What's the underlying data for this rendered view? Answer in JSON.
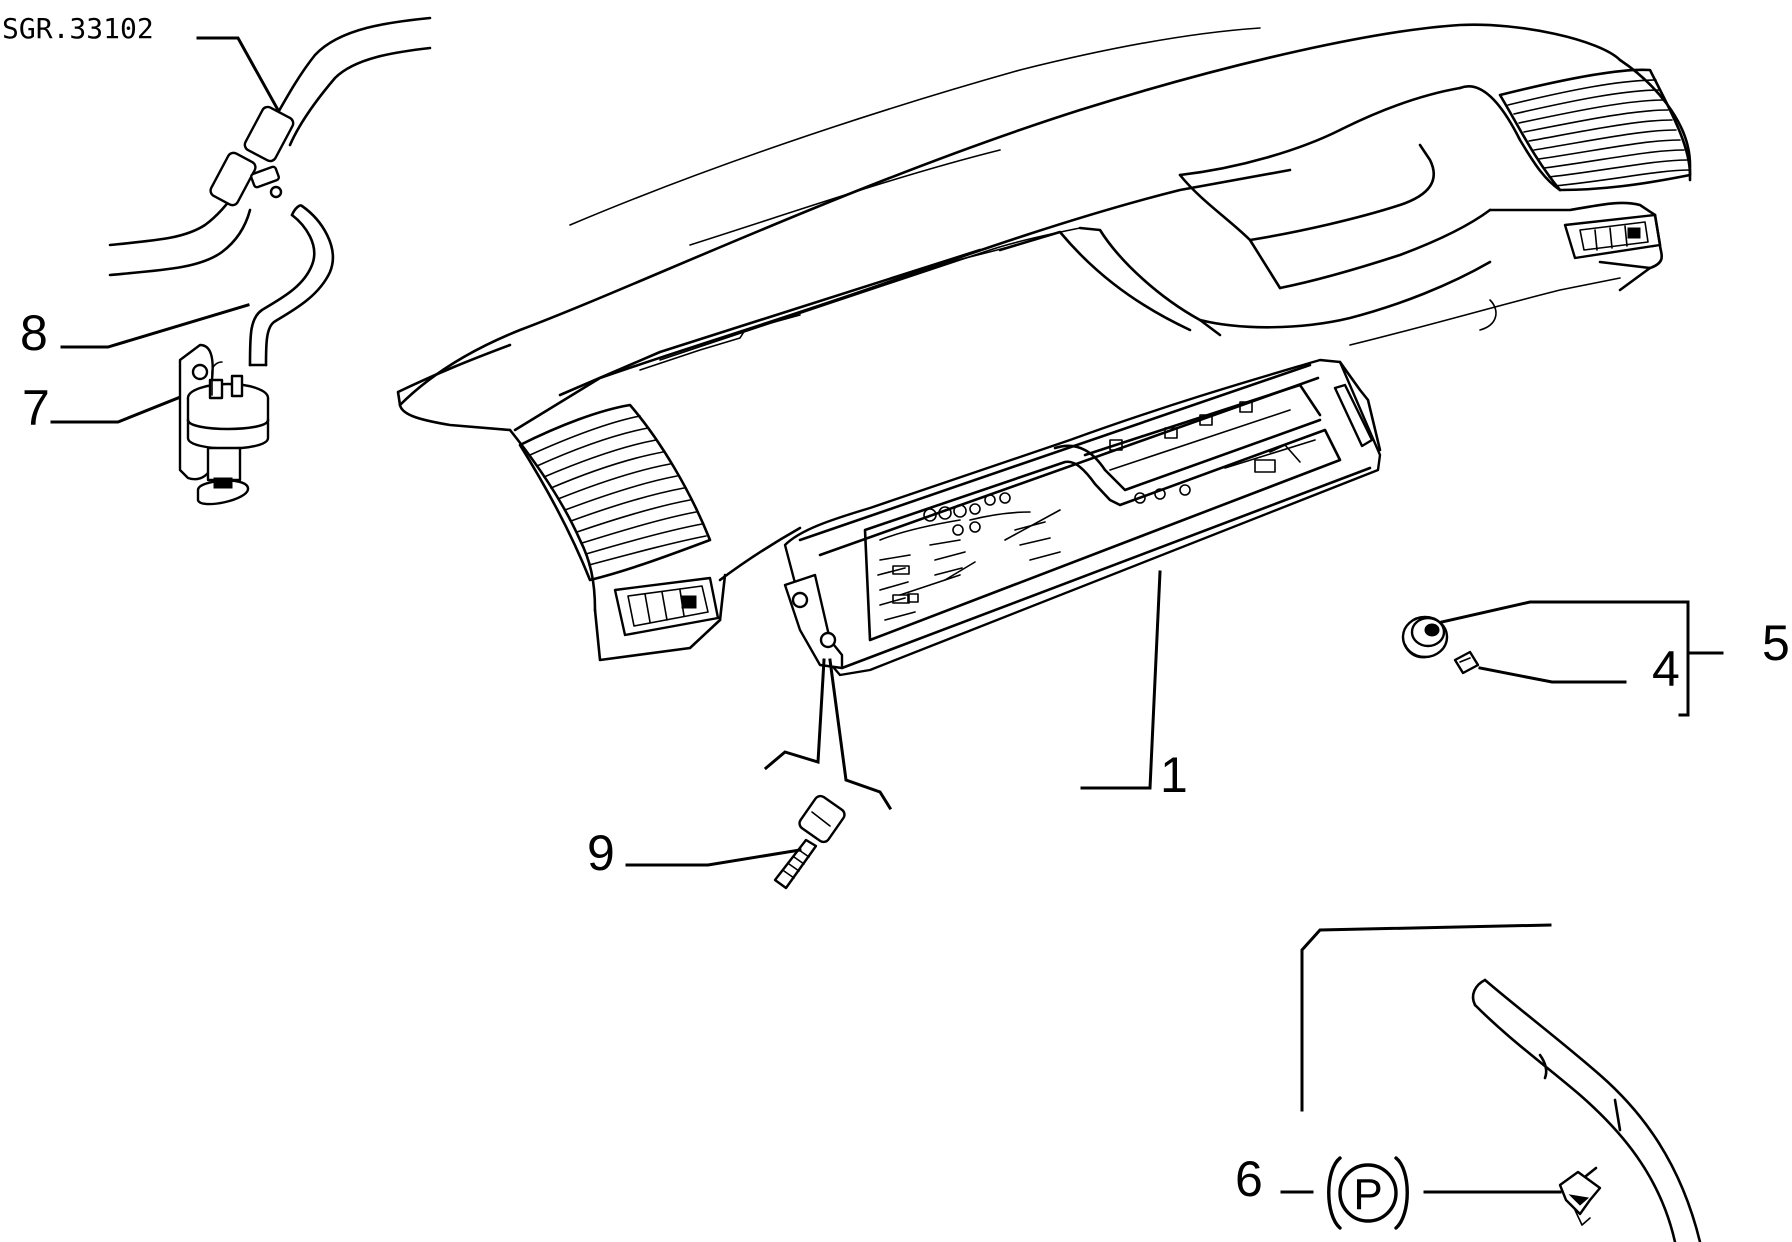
{
  "diagram": {
    "reference_code": "SGR.33102",
    "callouts": [
      {
        "id": "1",
        "label": "1"
      },
      {
        "id": "4",
        "label": "4"
      },
      {
        "id": "5",
        "label": "5"
      },
      {
        "id": "6",
        "label": "6"
      },
      {
        "id": "7",
        "label": "7"
      },
      {
        "id": "8",
        "label": "8"
      },
      {
        "id": "9",
        "label": "9"
      }
    ],
    "parking_symbol": "P",
    "parts": [
      {
        "id": "dashboard",
        "icon": "dashboard-outline"
      },
      {
        "id": "instrument-cluster",
        "icon": "instrument-cluster"
      },
      {
        "id": "bulb-holder",
        "icon": "bulb-holder"
      },
      {
        "id": "bulb",
        "icon": "wedge-bulb"
      },
      {
        "id": "handbrake-switch",
        "icon": "handbrake-switch"
      },
      {
        "id": "vacuum-valve",
        "icon": "vacuum-valve"
      },
      {
        "id": "vacuum-hose",
        "icon": "hose"
      },
      {
        "id": "fixing-screw",
        "icon": "socket-screw"
      }
    ]
  }
}
